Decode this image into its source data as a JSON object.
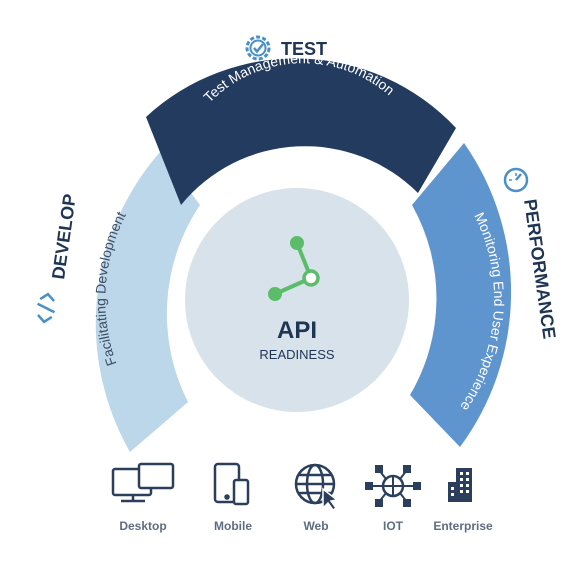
{
  "colors": {
    "test": "#223b5f",
    "develop": "#bcd6ea",
    "performance": "#5f95cf",
    "performance_dark": "#4a7fbd",
    "center": "#d7e2ea",
    "icon_green": "#5bbd6a",
    "heading_dark": "#1f3554",
    "icon_blue": "#4a90c8",
    "platform_icon": "#2b3f5c",
    "platform_label": "#5e6d80"
  },
  "center": {
    "title": "API",
    "subtitle": "READINESS",
    "icon": "connector-nodes-icon"
  },
  "segments": {
    "test": {
      "heading": "TEST",
      "label": "Test Management & Automation",
      "icon": "gear-check-icon"
    },
    "develop": {
      "heading": "DEVELOP",
      "label": "Facilitating Development",
      "icon": "code-brackets-icon"
    },
    "performance": {
      "heading": "PERFORMANCE",
      "label": "Monitoring End User Experience",
      "icon": "speedometer-icon"
    }
  },
  "platforms": [
    {
      "label": "Desktop",
      "icon": "desktop-icon"
    },
    {
      "label": "Mobile",
      "icon": "mobile-icon"
    },
    {
      "label": "Web",
      "icon": "web-globe-icon"
    },
    {
      "label": "IOT",
      "icon": "iot-network-icon"
    },
    {
      "label": "Enterprise",
      "icon": "enterprise-building-icon"
    }
  ]
}
